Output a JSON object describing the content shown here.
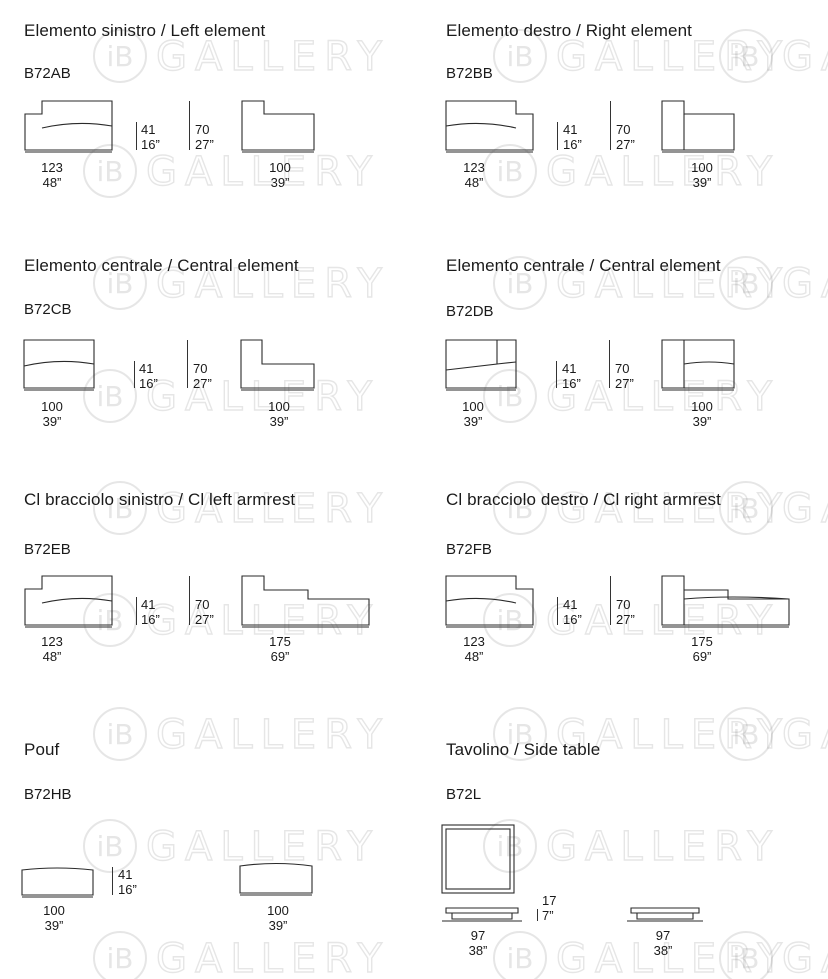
{
  "watermark": {
    "logo": "iB",
    "word": "GALLERY"
  },
  "sections": [
    {
      "title": "Elemento sinistro / Left element",
      "code": "B72AB",
      "w1": "123",
      "w1in": "48”",
      "h1": "41",
      "h1in": "16”",
      "h2": "70",
      "h2in": "27”",
      "w2": "100",
      "w2in": "39”"
    },
    {
      "title": "Elemento destro / Right element",
      "code": "B72BB",
      "w1": "123",
      "w1in": "48”",
      "h1": "41",
      "h1in": "16”",
      "h2": "70",
      "h2in": "27”",
      "w2": "100",
      "w2in": "39”"
    },
    {
      "title": "Elemento centrale / Central element",
      "code": "B72CB",
      "w1": "100",
      "w1in": "39”",
      "h1": "41",
      "h1in": "16”",
      "h2": "70",
      "h2in": "27”",
      "w2": "100",
      "w2in": "39”"
    },
    {
      "title": "Elemento centrale / Central element",
      "code": "B72DB",
      "w1": "100",
      "w1in": "39”",
      "h1": "41",
      "h1in": "16”",
      "h2": "70",
      "h2in": "27”",
      "w2": "100",
      "w2in": "39”"
    },
    {
      "title": "Cl bracciolo sinistro / Cl left armrest",
      "code": "B72EB",
      "w1": "123",
      "w1in": "48”",
      "h1": "41",
      "h1in": "16”",
      "h2": "70",
      "h2in": "27”",
      "w2": "175",
      "w2in": "69”"
    },
    {
      "title": "Cl bracciolo destro / Cl right armrest",
      "code": "B72FB",
      "w1": "123",
      "w1in": "48”",
      "h1": "41",
      "h1in": "16”",
      "h2": "70",
      "h2in": "27”",
      "w2": "175",
      "w2in": "69”"
    },
    {
      "title": "Pouf",
      "code": "B72HB",
      "w1": "100",
      "w1in": "39”",
      "h1": "41",
      "h1in": "16”",
      "w2": "100",
      "w2in": "39”"
    },
    {
      "title": "Tavolino / Side table",
      "code": "B72L",
      "w1": "97",
      "w1in": "38”",
      "h1": "17",
      "h1in": "7”",
      "w2": "97",
      "w2in": "38”"
    }
  ]
}
